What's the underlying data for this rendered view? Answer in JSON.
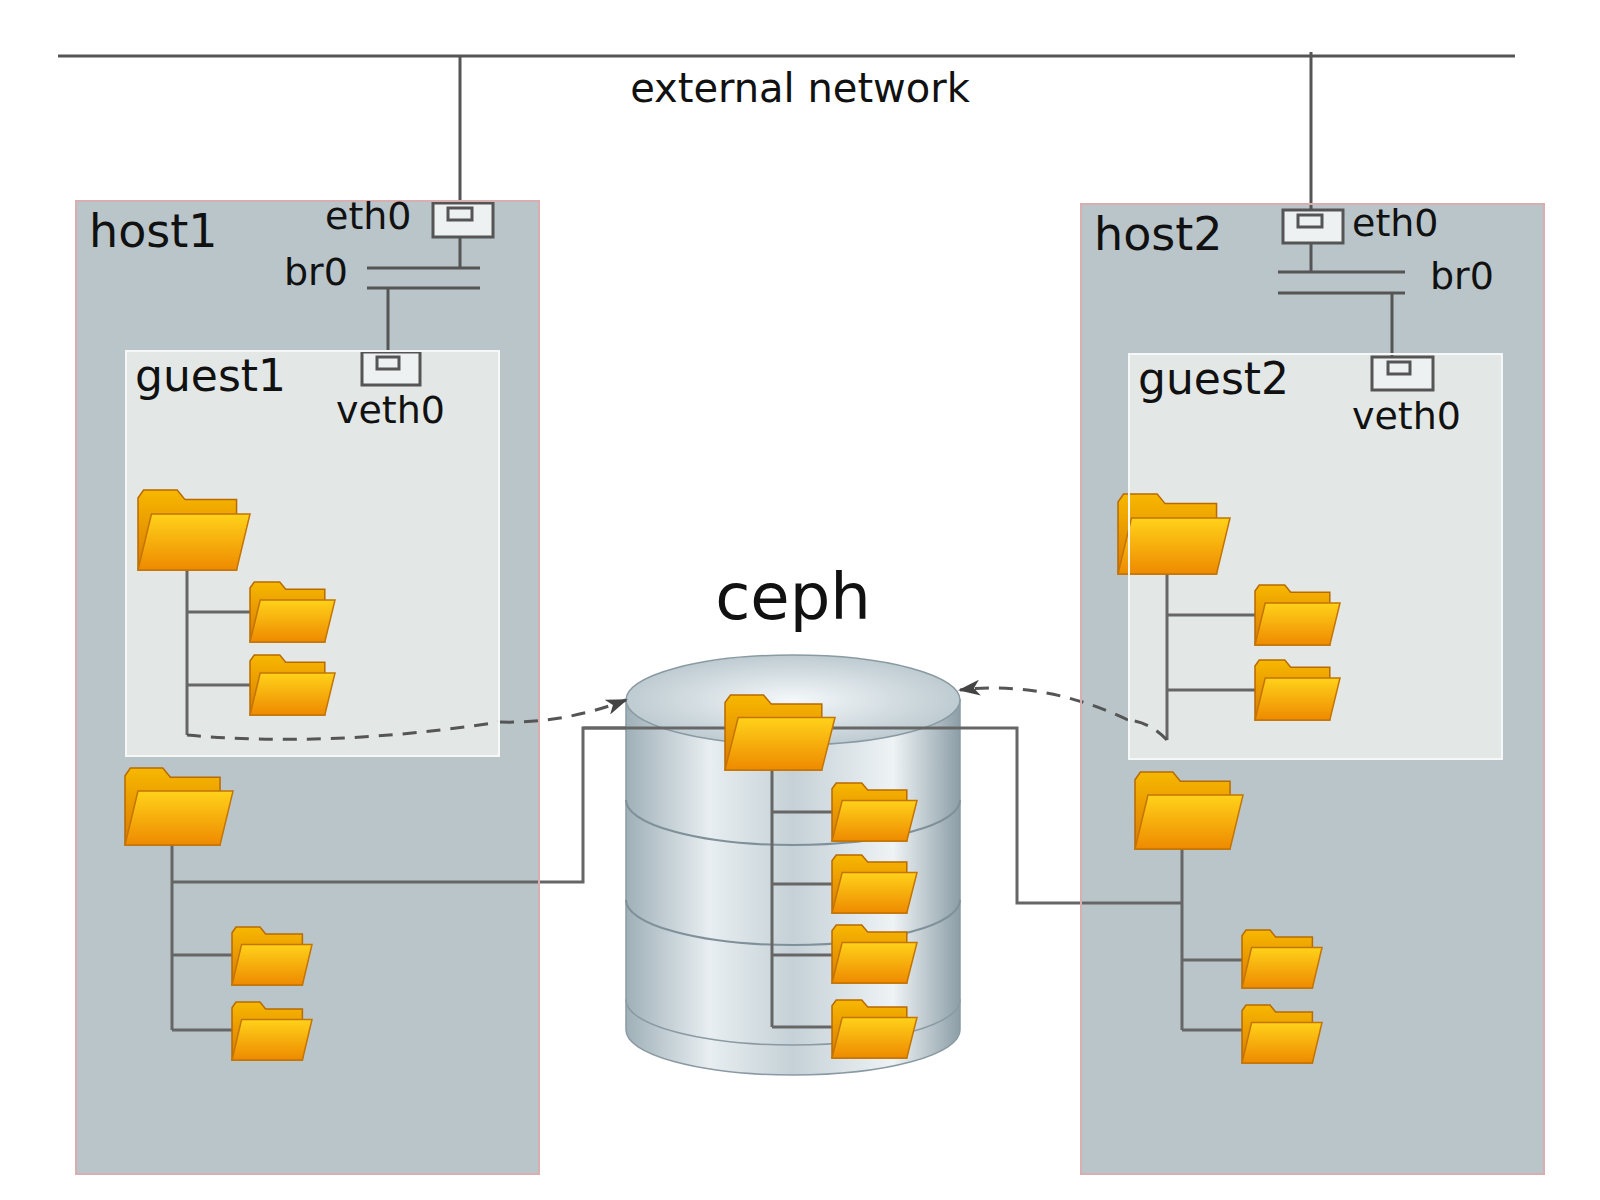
{
  "diagram": {
    "nodes": [
      {
        "text": [
          "host1"
        ]
      },
      {
        "text": [
          "guest1"
        ],
        "in": 0
      },
      {
        "text": [
          "ceph"
        ]
      },
      {
        "text": [
          "host2"
        ]
      },
      {
        "text": [
          "guest2"
        ],
        "in": 3
      }
    ],
    "edges": [
      {
        "from": 1,
        "to": 2,
        "arrow": "to"
      },
      {
        "from": 4,
        "to": 2,
        "arrow": "to"
      },
      {
        "from": 0,
        "to": 2,
        "arrow": "none"
      },
      {
        "from": 3,
        "to": 2,
        "arrow": "none"
      }
    ],
    "labels": [
      "external network",
      "eth0",
      "br0",
      "veth0",
      "eth0",
      "br0",
      "veth0"
    ]
  }
}
